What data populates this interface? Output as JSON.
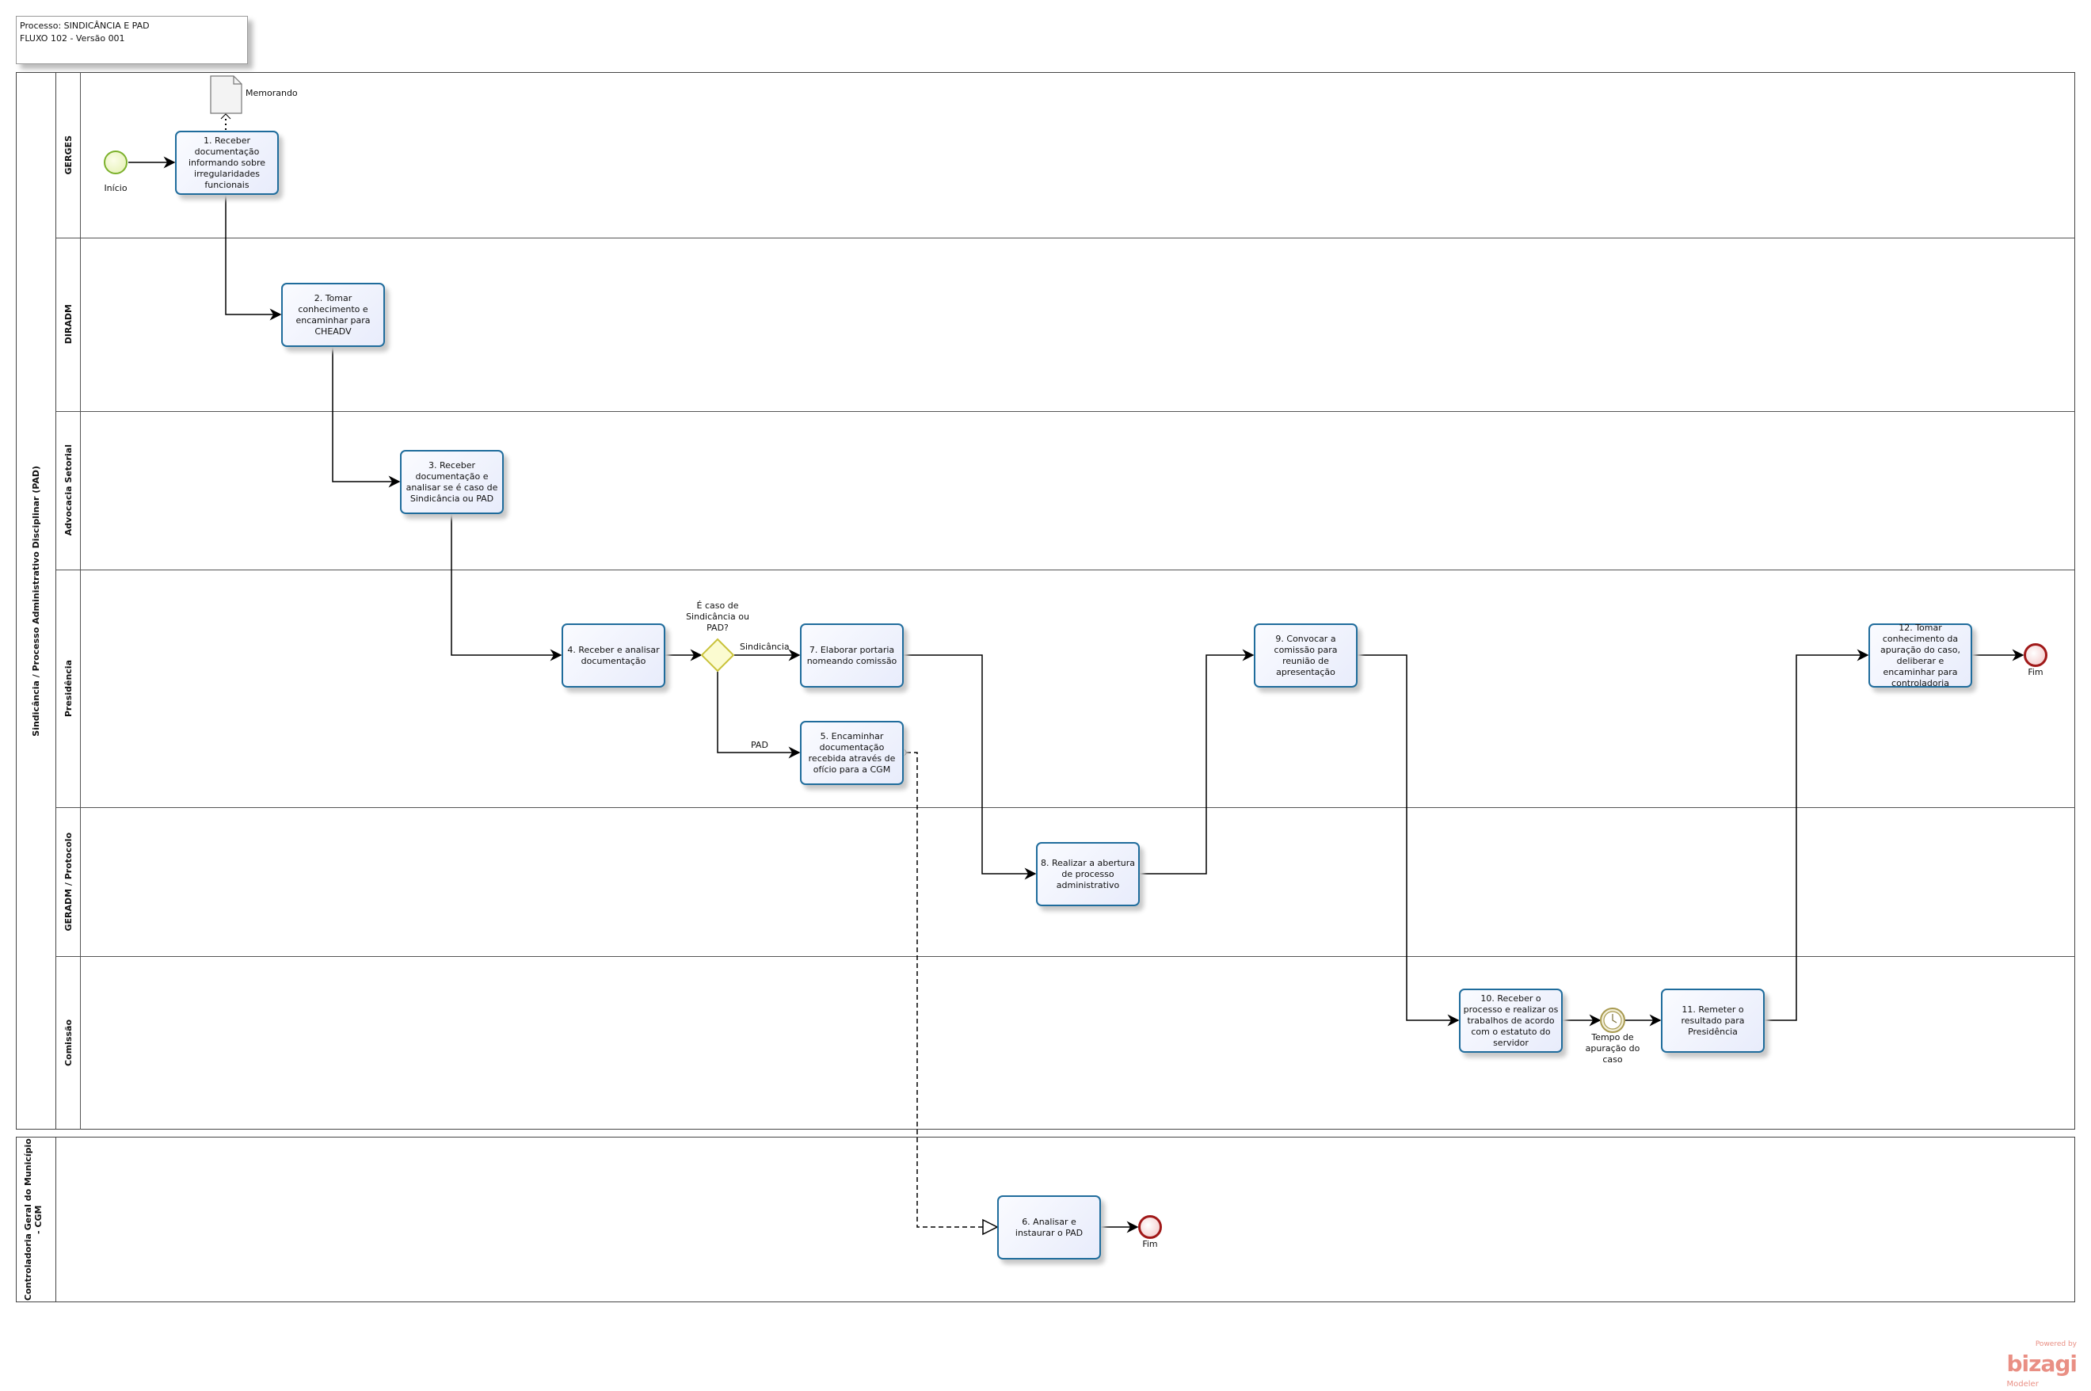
{
  "header": {
    "line1": "Processo: SINDICÂNCIA E PAD",
    "line2": "FLUXO 102 - Versão 001"
  },
  "pools": [
    {
      "label": "Sindicância / Processo Administrativo Disciplinar (PAD)",
      "lanes": [
        "GERGES",
        "DIRADM",
        "Advocacia Setorial",
        "Presidência",
        "GERADM / Protocolo",
        "Comissão"
      ]
    },
    {
      "label": "Controladoria Geral do Município - CGM"
    }
  ],
  "artifact": {
    "memorando": "Memorando"
  },
  "events": {
    "start": "Início",
    "end1": "Fim",
    "end2": "Fim",
    "timer": "Tempo de apuração do caso"
  },
  "gateway": {
    "question": "É caso de Sindicância ou PAD?",
    "yes": "Sindicância",
    "no": "PAD"
  },
  "tasks": {
    "t1": "1. Receber documentação informando sobre irregularidades funcionais",
    "t2": "2. Tomar conhecimento e encaminhar para CHEADV",
    "t3": "3. Receber documentação e analisar se é caso de Sindicância ou PAD",
    "t4": "4. Receber e analisar documentação",
    "t5": "5. Encaminhar documentação recebida através de ofício para a CGM",
    "t6": "6. Analisar e instaurar o PAD",
    "t7": "7. Elaborar portaria nomeando comissão",
    "t8": "8. Realizar a abertura de processo administrativo",
    "t9": "9. Convocar a comissão para reunião de apresentação",
    "t10": "10. Receber o processo e realizar os trabalhos de acordo com o estatuto do servidor",
    "t11": "11. Remeter o resultado para  Presidência",
    "t12": "12.  Tomar conhecimento da apuração do caso, deliberar e encaminhar para controladoria"
  },
  "branding": {
    "powered": "Powered by",
    "name": "bizagi",
    "product": "Modeler"
  },
  "colors": {
    "task_border": "#1f6c9c",
    "start": "#7cb12c",
    "end": "#a01818",
    "gateway": "#c9c23a",
    "timer": "#a89a50"
  }
}
